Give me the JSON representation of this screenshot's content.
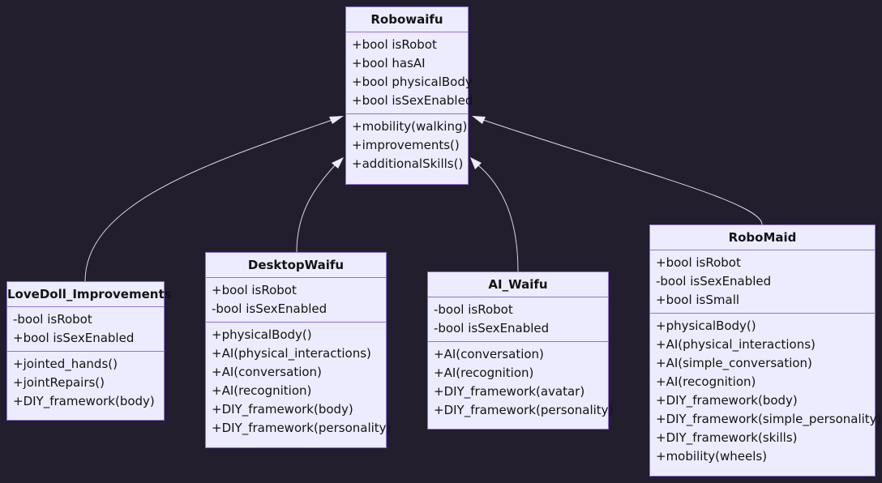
{
  "colors": {
    "background": "#231e2e",
    "box_fill": "#ececfe",
    "box_border": "#9370db",
    "edge": "#d9d9d9"
  },
  "classes": [
    {
      "id": "robowaifu",
      "name": "Robowaifu",
      "attributes": [
        "+bool isRobot",
        "+bool hasAI",
        "+bool physicalBody",
        "+bool isSexEnabled"
      ],
      "methods": [
        "+mobility(walking)",
        "+improvements()",
        "+additionalSkills()"
      ]
    },
    {
      "id": "lovedoll-improvements",
      "name": "LoveDoll_Improvements",
      "attributes": [
        "-bool isRobot",
        "+bool isSexEnabled"
      ],
      "methods": [
        "+jointed_hands()",
        "+jointRepairs()",
        "+DIY_framework(body)"
      ]
    },
    {
      "id": "desktopwaifu",
      "name": "DesktopWaifu",
      "attributes": [
        "+bool isRobot",
        "-bool isSexEnabled"
      ],
      "methods": [
        "+physicalBody()",
        "+AI(physical_interactions)",
        "+AI(conversation)",
        "+AI(recognition)",
        "+DIY_framework(body)",
        "+DIY_framework(personality)"
      ]
    },
    {
      "id": "ai-waifu",
      "name": "AI_Waifu",
      "attributes": [
        "-bool isRobot",
        "-bool isSexEnabled"
      ],
      "methods": [
        "+AI(conversation)",
        "+AI(recognition)",
        "+DIY_framework(avatar)",
        "+DIY_framework(personality)"
      ]
    },
    {
      "id": "robomaid",
      "name": "RoboMaid",
      "attributes": [
        "+bool isRobot",
        "-bool isSexEnabled",
        "+bool isSmall"
      ],
      "methods": [
        "+physicalBody()",
        "+AI(physical_interactions)",
        "+AI(simple_conversation)",
        "+AI(recognition)",
        "+DIY_framework(body)",
        "+DIY_framework(simple_personality)",
        "+DIY_framework(skills)",
        "+mobility(wheels)"
      ]
    }
  ],
  "relations": [
    {
      "from": "lovedoll-improvements",
      "to": "robowaifu",
      "type": "inheritance"
    },
    {
      "from": "desktopwaifu",
      "to": "robowaifu",
      "type": "inheritance"
    },
    {
      "from": "ai-waifu",
      "to": "robowaifu",
      "type": "inheritance"
    },
    {
      "from": "robomaid",
      "to": "robowaifu",
      "type": "inheritance"
    }
  ]
}
